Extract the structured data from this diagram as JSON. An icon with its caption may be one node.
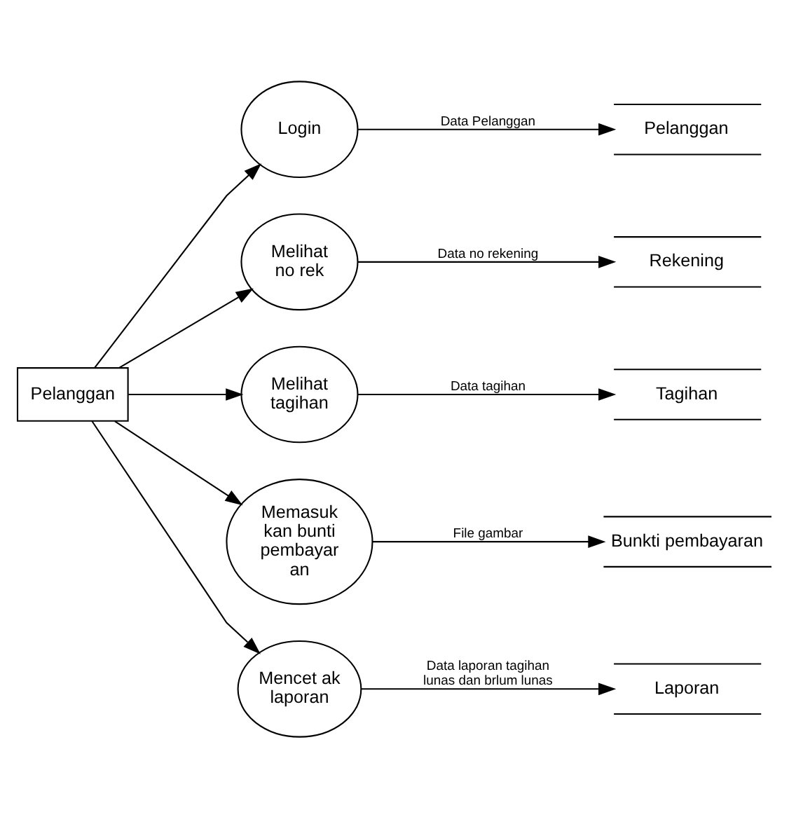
{
  "diagram": {
    "nodes": [
      {
        "text": [
          "Pelanggan"
        ]
      },
      {
        "text": [
          "Login"
        ]
      },
      {
        "text": [
          "Melihat no rek"
        ]
      },
      {
        "text": [
          "Melihat tagihan"
        ]
      },
      {
        "text": [
          "Memasuk kan bunti pembayar an"
        ]
      },
      {
        "text": [
          "Mencet ak laporan"
        ]
      },
      {
        "text": [
          "Pelanggan"
        ]
      },
      {
        "text": [
          "Rekening"
        ]
      },
      {
        "text": [
          "Tagihan"
        ]
      },
      {
        "text": [
          "Bunkti pembayaran"
        ]
      },
      {
        "text": [
          "Laporan"
        ]
      }
    ],
    "edges": [
      {
        "from": 0,
        "to": 1,
        "arrow": "to"
      },
      {
        "from": 0,
        "to": 2,
        "arrow": "to"
      },
      {
        "from": 0,
        "to": 3,
        "arrow": "to"
      },
      {
        "from": 0,
        "to": 4,
        "arrow": "to"
      },
      {
        "from": 0,
        "to": 5,
        "arrow": "to"
      },
      {
        "from": 1,
        "to": 6,
        "arrow": "to",
        "label": "Data Pelanggan"
      },
      {
        "from": 2,
        "to": 7,
        "arrow": "to",
        "label": "Data no rekening"
      },
      {
        "from": 3,
        "to": 8,
        "arrow": "to",
        "label": "Data tagihan"
      },
      {
        "from": 4,
        "to": 9,
        "arrow": "to",
        "label": "File gambar"
      },
      {
        "from": 5,
        "to": 10,
        "arrow": "to",
        "label": "Data laporan tagihan lunas dan brlum lunas"
      }
    ]
  }
}
